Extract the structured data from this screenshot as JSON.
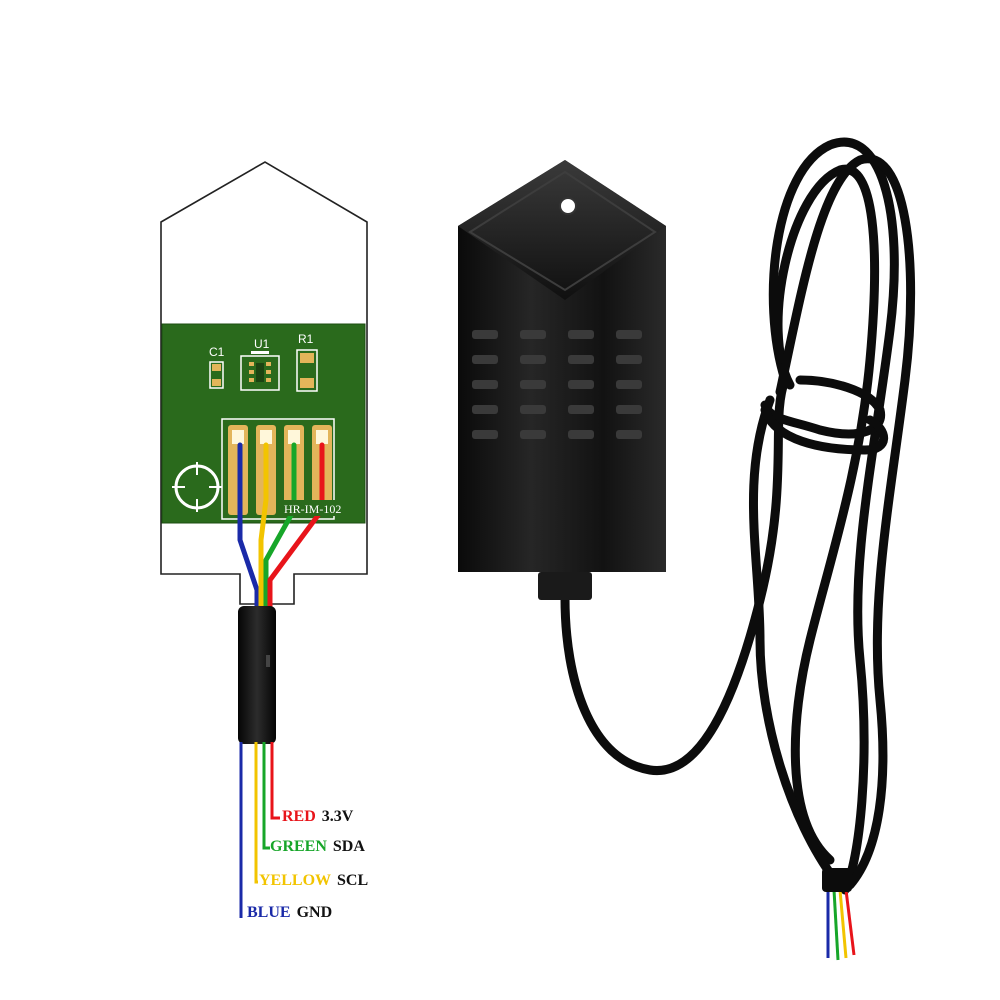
{
  "pcb": {
    "silkscreen": {
      "c1": "C1",
      "u1": "U1",
      "r1": "R1",
      "model": "HR-IM-102"
    }
  },
  "wires": [
    {
      "color_name": "RED",
      "signal": "3.3V",
      "color": "#e8141a"
    },
    {
      "color_name": "GREEN",
      "signal": "SDA",
      "color": "#17a629"
    },
    {
      "color_name": "YELLOW",
      "signal": "SCL",
      "color": "#f2c400"
    },
    {
      "color_name": "BLUE",
      "signal": "GND",
      "color": "#1a2aa8"
    }
  ],
  "colors": {
    "pcb_green": "#2a6a1c",
    "housing_black": "#151515",
    "cable_black": "#0c0c0c",
    "pad_gold": "#e3b55a"
  }
}
